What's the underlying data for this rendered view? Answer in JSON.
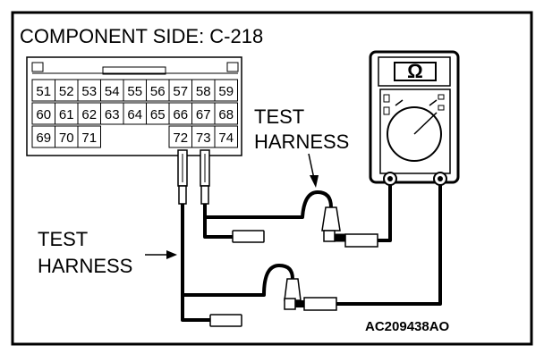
{
  "title": "COMPONENT SIDE: C-218",
  "connector": {
    "rows": [
      [
        "51",
        "52",
        "53",
        "54",
        "55",
        "56",
        "57",
        "58",
        "59"
      ],
      [
        "60",
        "61",
        "62",
        "63",
        "64",
        "65",
        "66",
        "67",
        "68"
      ],
      [
        "69",
        "70",
        "71",
        "",
        "",
        "",
        "72",
        "73",
        "74"
      ]
    ]
  },
  "labels": {
    "test_harness_right_line1": "TEST",
    "test_harness_right_line2": "HARNESS",
    "test_harness_left_line1": "TEST",
    "test_harness_left_line2": "HARNESS"
  },
  "meter": {
    "display_symbol": "Ω",
    "icon": "ohmmeter-icon"
  },
  "figure_code": "AC209438AO"
}
